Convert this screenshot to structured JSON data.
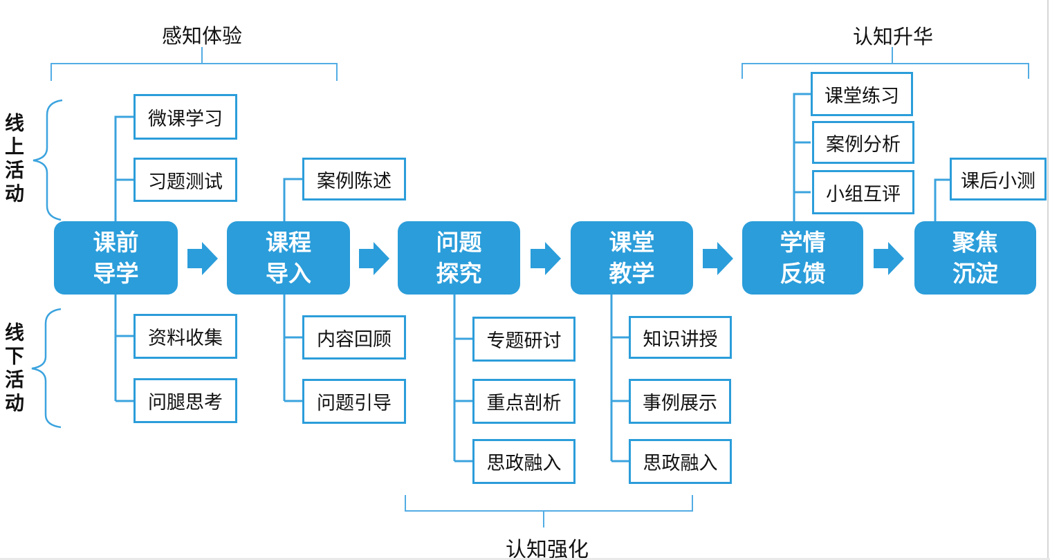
{
  "diagram_title_implied": "",
  "colors": {
    "primary_blue": "#2B9DDA",
    "connector_blue": "#3BA3DE",
    "bracket_blue": "#52ACE4",
    "text_black": "#111111",
    "box_text_white": "#FFFFFF",
    "edge_gray": "#D6D6D6"
  },
  "phase_labels": {
    "top_left": "感知体验",
    "top_right": "认知升华",
    "bottom": "认知强化"
  },
  "side_labels": {
    "online": "线上活动",
    "offline": "线下活动"
  },
  "main_flow": [
    {
      "line1": "课前",
      "line2": "导学"
    },
    {
      "line1": "课程",
      "line2": "导入"
    },
    {
      "line1": "问题",
      "line2": "探究"
    },
    {
      "line1": "课堂",
      "line2": "教学"
    },
    {
      "line1": "学情",
      "line2": "反馈"
    },
    {
      "line1": "聚焦",
      "line2": "沉淀"
    }
  ],
  "sub_boxes": [
    {
      "label": "微课学习"
    },
    {
      "label": "习题测试"
    },
    {
      "label": "案例陈述"
    },
    {
      "label": "资料收集"
    },
    {
      "label": "问腿思考"
    },
    {
      "label": "内容回顾"
    },
    {
      "label": "问题引导"
    },
    {
      "label": "专题研讨"
    },
    {
      "label": "重点剖析"
    },
    {
      "label": "思政融入"
    },
    {
      "label": "知识讲授"
    },
    {
      "label": "事例展示"
    },
    {
      "label": "思政融入"
    },
    {
      "label": "课堂练习"
    },
    {
      "label": "案例分析"
    },
    {
      "label": "小组互评"
    },
    {
      "label": "课后小测"
    }
  ]
}
